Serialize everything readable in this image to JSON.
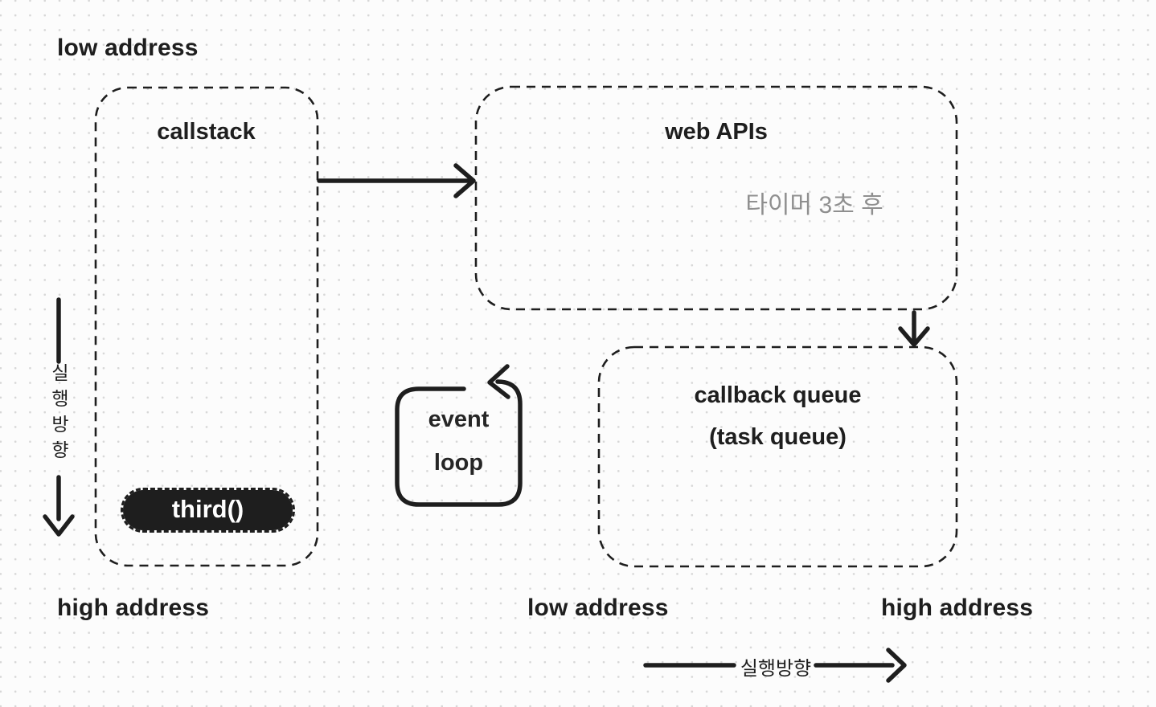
{
  "diagram": {
    "type": "event-loop-memory-diagram",
    "colors": {
      "background": "#fcfcfc",
      "grid_dot": "#d7d7d7",
      "ink": "#1e1e1e",
      "muted_note": "#8f8f8f",
      "pill_background": "#1e1e1e",
      "pill_text": "#ffffff"
    }
  },
  "labels": {
    "top_left": "low address",
    "bottom_left": "high address",
    "bottom_mid": "low address",
    "bottom_right": "high address"
  },
  "callstack": {
    "title": "callstack",
    "frame": "third()"
  },
  "web_apis": {
    "title": "web APIs",
    "note": "타이머 3초 후"
  },
  "callback_queue": {
    "line1": "callback queue",
    "line2": "(task queue)"
  },
  "event_loop": {
    "line1": "event",
    "line2": "loop"
  },
  "execution": {
    "vertical_label": "실행방향",
    "horizontal_label": "실행방향"
  }
}
